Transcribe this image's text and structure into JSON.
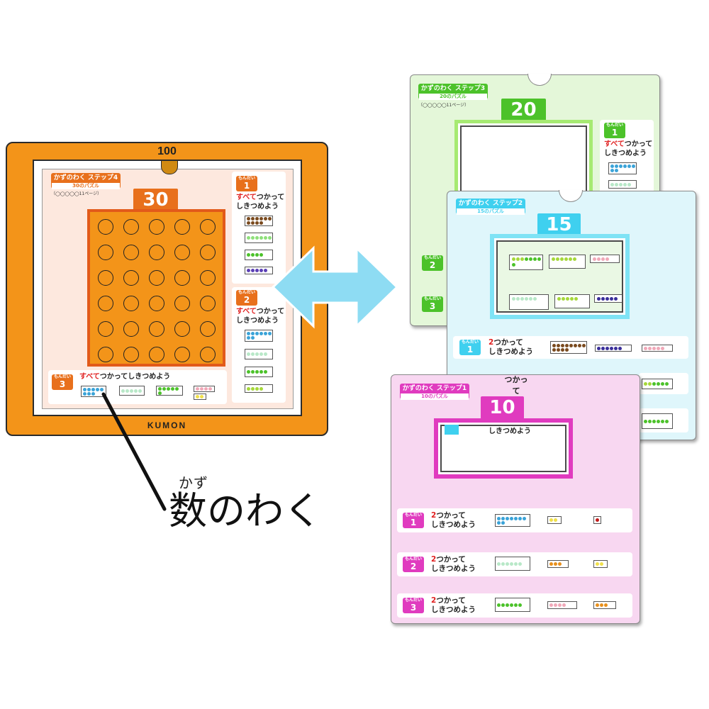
{
  "colors": {
    "orange": "#f39419",
    "green": "#4cc22a",
    "cyan": "#3fd0ef",
    "magenta": "#e03bbf",
    "red": "#e01f1f"
  },
  "board": {
    "top_number": "100",
    "brand": "KUMON"
  },
  "sheet4": {
    "title": "かずのわく ステップ4",
    "subtitle": "30のパズル",
    "note": "（◯◯◯◯◯11ページ）",
    "frame_number": "30",
    "p1": {
      "label": "もんだい",
      "number": "1",
      "text_red": "すべて",
      "text_rest": "つかって",
      "text2": "しきつめよう"
    },
    "p2": {
      "label": "もんだい",
      "number": "2",
      "text_red": "すべて",
      "text_rest": "つかって",
      "text2": "しきつめよう"
    },
    "p3": {
      "label": "もんだい",
      "number": "3",
      "text_red": "すべて",
      "text_rest": "つかってしきつめよう"
    }
  },
  "sheet3": {
    "title": "かずのわく ステップ3",
    "subtitle": "20のパズル",
    "note": "（◯◯◯◯◯11ページ）",
    "frame_number": "20",
    "p1": {
      "label": "もんだい",
      "number": "1",
      "text_red": "すべて",
      "text_rest": "つかって",
      "text2": "しきつめよう"
    },
    "p2": {
      "label": "もんだい",
      "number": "2"
    },
    "p3": {
      "label": "もんだい",
      "number": "3"
    }
  },
  "sheet2": {
    "title": "かずのわく ステップ2",
    "subtitle": "15のパズル",
    "frame_number": "15",
    "p1": {
      "label": "もんだい",
      "number": "1",
      "text_red": "2",
      "text_rest": "つかって",
      "text2": "しきつめよう"
    },
    "peek_text": "つかって"
  },
  "sheet1": {
    "title": "かずのわく ステップ1",
    "subtitle": "10のパズル",
    "frame_number": "10",
    "peek_text": "しきつめよう",
    "p1": {
      "label": "もんだい",
      "number": "1",
      "text_red": "2",
      "text_rest": "つかって",
      "text2": "しきつめよう"
    },
    "p2": {
      "label": "もんだい",
      "number": "2",
      "text_red": "2",
      "text_rest": "つかって",
      "text2": "しきつめよう"
    },
    "p3": {
      "label": "もんだい",
      "number": "3",
      "text_red": "2",
      "text_rest": "つかって",
      "text2": "しきつめよう"
    }
  },
  "caption": {
    "ruby": "かず",
    "main": "数のわく"
  }
}
